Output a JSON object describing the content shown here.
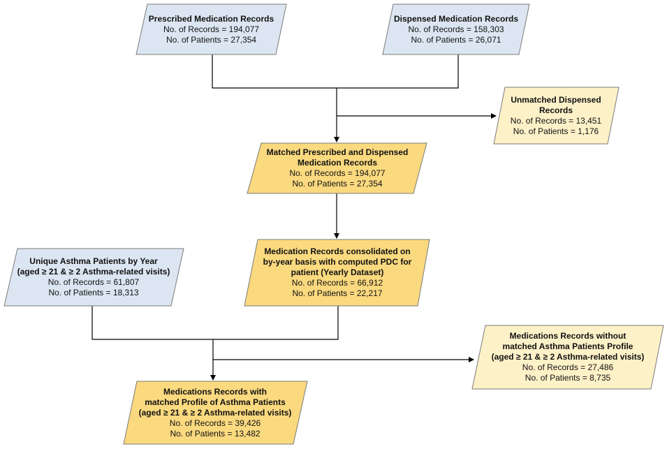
{
  "colors": {
    "blue_fill": "#dce6f2",
    "orange_fill": "#fad97f",
    "pale_fill": "#fdf1c8",
    "stroke": "#7a7a7a",
    "connector": "#000000"
  },
  "boxes": {
    "prescribed": {
      "title": [
        "Prescribed Medication Records"
      ],
      "lines": [
        "No. of Records = 194,077",
        "No. of Patients = 27,354"
      ]
    },
    "dispensed": {
      "title": [
        "Dispensed  Medication Records"
      ],
      "lines": [
        "No. of Records = 158,303",
        "No. of Patients = 26,071"
      ]
    },
    "unmatched_dispensed": {
      "title": [
        "Unmatched Dispensed",
        "Records"
      ],
      "lines": [
        "No. of Records = 13,451",
        "No. of Patients = 1,176"
      ]
    },
    "matched": {
      "title": [
        "Matched Prescribed and Dispensed",
        "Medication Records"
      ],
      "lines": [
        "No. of Records = 194,077",
        "No. of Patients = 27,354"
      ]
    },
    "unique_asthma": {
      "title": [
        "Unique Asthma Patients by Year",
        "(aged ≥ 21 & ≥ 2 Asthma-related visits)"
      ],
      "lines": [
        "No. of Records = 61,807",
        "No. of Patients = 18,313"
      ]
    },
    "consolidated": {
      "title": [
        "Medication Records consolidated on",
        "by-year basis with computed PDC for",
        "patient (Yearly Dataset)"
      ],
      "lines": [
        "No. of Records = 66,912",
        "No. of Patients = 22,217"
      ]
    },
    "without_profile": {
      "title": [
        "Medications Records without",
        "matched Asthma  Patients Profile",
        "(aged ≥ 21 & ≥ 2 Asthma-related visits)"
      ],
      "lines": [
        "No. of Records = 27,486",
        "No. of Patients = 8,735"
      ]
    },
    "with_profile": {
      "title": [
        "Medications Records with",
        "matched Profile of Asthma Patients",
        "(aged ≥ 21 & ≥ 2 Asthma-related visits)"
      ],
      "lines": [
        "No. of Records = 39,426",
        "No. of Patients = 13,482"
      ]
    }
  }
}
